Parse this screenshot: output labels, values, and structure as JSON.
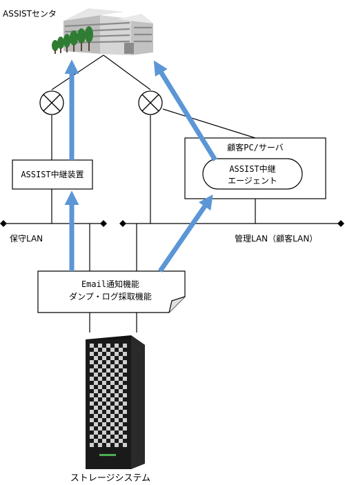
{
  "labels": {
    "center": "ASSISTセンタ",
    "relay_device": "ASSIST中継装置",
    "customer_pc": "顧客PC/サーバ",
    "agent_line1": "ASSIST中継",
    "agent_line2": "エージェント",
    "maintenance_lan": "保守LAN",
    "management_lan": "管理LAN（顧客LAN）",
    "func_line1": "Email通知機能",
    "func_line2": "ダンプ・ログ採取機能",
    "storage": "ストレージシステム"
  },
  "colors": {
    "arrow": "#5b96d6",
    "line": "#000000",
    "building_wall": "#c8c8c8",
    "building_dark": "#8a8a8a",
    "tree": "#2e7d32",
    "rack": "#1a1a1a"
  },
  "icons": {
    "center": "office-building-icon",
    "router": "router-cross-icon",
    "storage": "storage-rack-icon"
  }
}
